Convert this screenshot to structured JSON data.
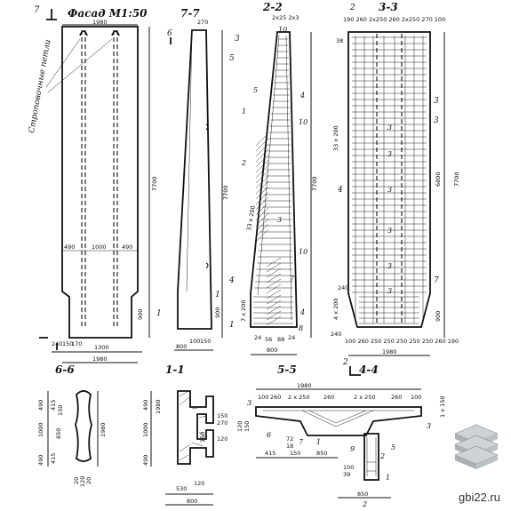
{
  "views": {
    "facade": {
      "title": "Фасад М1:50",
      "note": "Строповочные петли",
      "top_width": "1980",
      "height": "7700",
      "bottom_dims": [
        "490",
        "1000",
        "490"
      ],
      "base_h": "900",
      "foot_dims": [
        "240",
        "150",
        "170"
      ],
      "foot_width": "1300",
      "base_width": "1980",
      "section_mark": "7"
    },
    "s77": {
      "title": "7-7",
      "top_dim": "270",
      "height": "7700",
      "bottom_dims": [
        "800",
        "100",
        "150"
      ],
      "mark_left": "1",
      "mark_right": "1",
      "base_h": "900",
      "mark_top": "6"
    },
    "s22": {
      "title": "2-2",
      "top_dims": "2х25 2х3",
      "height": "7700",
      "pitch_top": "33 х 200",
      "pitch_bot": "7 х 200",
      "bottom_dims": [
        "24",
        "56",
        "88",
        "24"
      ],
      "width": "800",
      "callouts": [
        "10",
        "5",
        "4",
        "1",
        "10",
        "2",
        "3",
        "10",
        "7",
        "4",
        "8"
      ],
      "marks": [
        "3",
        "5",
        "4",
        "1"
      ]
    },
    "s33": {
      "title": "3-3",
      "top_dims": "190 260 2х250 260 2х250 270 100",
      "mark": "2",
      "pitch_top": "33 х 200",
      "pitch_bot": "4 х 200",
      "height_upper": "6800",
      "height_full": "7700",
      "base_h": "900",
      "bottom_dims": "100 260 250 250 250 250 250 260 190",
      "width": "1980",
      "callouts": [
        "3",
        "3",
        "4",
        "7",
        "3",
        "3",
        "3",
        "3",
        "3",
        "3"
      ],
      "side_nums": [
        "240",
        "240",
        "38"
      ]
    },
    "s66": {
      "title": "6-6",
      "dims": [
        "490",
        "150",
        "415",
        "1000",
        "850",
        "1980",
        "415",
        "490"
      ],
      "bottom": [
        "20",
        "120",
        "20"
      ]
    },
    "s11": {
      "title": "1-1",
      "dims": [
        "490",
        "1980",
        "1000",
        "490",
        "150",
        "270",
        "150",
        "120"
      ],
      "bottom": [
        "530",
        "120",
        "800"
      ]
    },
    "s55": {
      "title": "5-5",
      "width": "1980",
      "top_dims": [
        "100",
        "260",
        "2 х 250",
        "260",
        "2 х 250",
        "260",
        "100"
      ],
      "side_dims": [
        "120",
        "150"
      ],
      "callouts": [
        "3",
        "3",
        "6",
        "7",
        "1"
      ],
      "bottom_dims": [
        "415",
        "150",
        "850"
      ],
      "small_dims": [
        "72",
        "18"
      ],
      "right_note": "1 х 150"
    },
    "s44": {
      "title": "4-4",
      "mark": "2",
      "callouts": [
        "9",
        "5",
        "2",
        "1"
      ],
      "dims": [
        "100",
        "39",
        "850",
        "2"
      ]
    }
  },
  "watermark": "gbi22.ru",
  "colors": {
    "ink": "#111111",
    "paper": "#ffffff"
  }
}
